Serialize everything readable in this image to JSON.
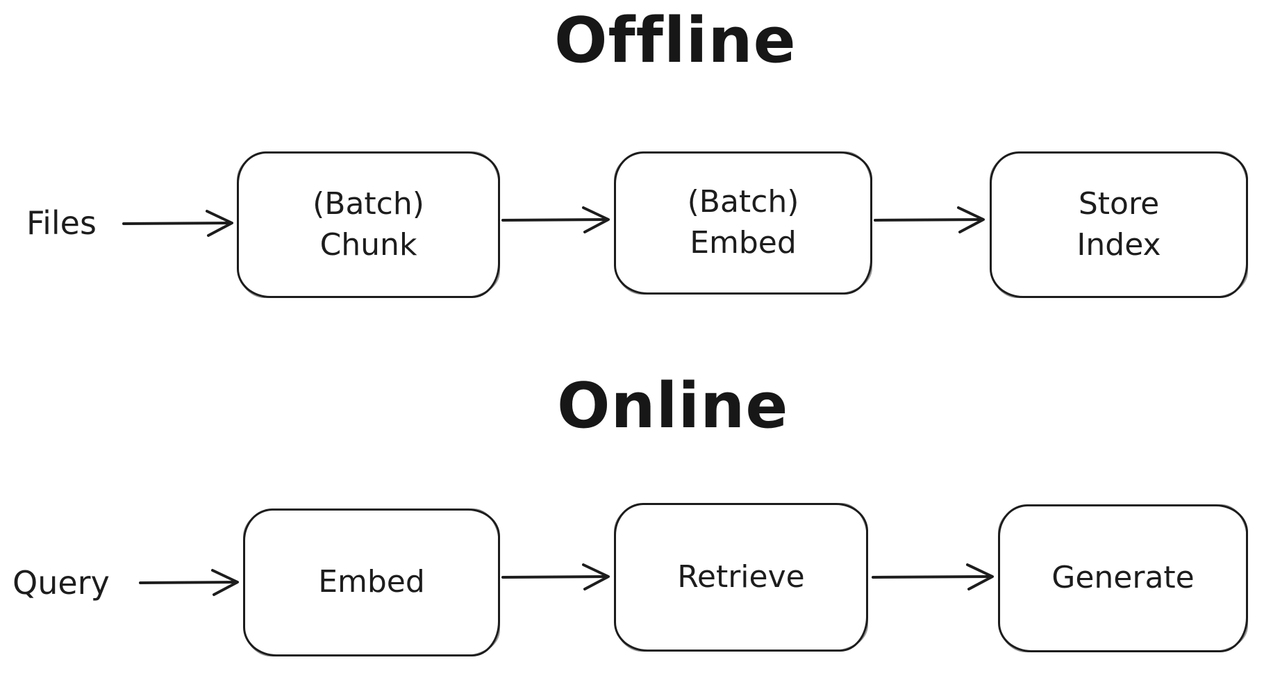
{
  "diagram": {
    "background_color": "#ffffff",
    "stroke_color": "#1d1d1d",
    "sections": {
      "offline": {
        "title": "Offline",
        "source_label": "Files",
        "nodes": [
          {
            "label": "(Batch)\nChunk"
          },
          {
            "label": "(Batch)\nEmbed"
          },
          {
            "label": "Store\nIndex"
          }
        ]
      },
      "online": {
        "title": "Online",
        "source_label": "Query",
        "nodes": [
          {
            "label": "Embed"
          },
          {
            "label": "Retrieve"
          },
          {
            "label": "Generate"
          }
        ]
      }
    }
  }
}
